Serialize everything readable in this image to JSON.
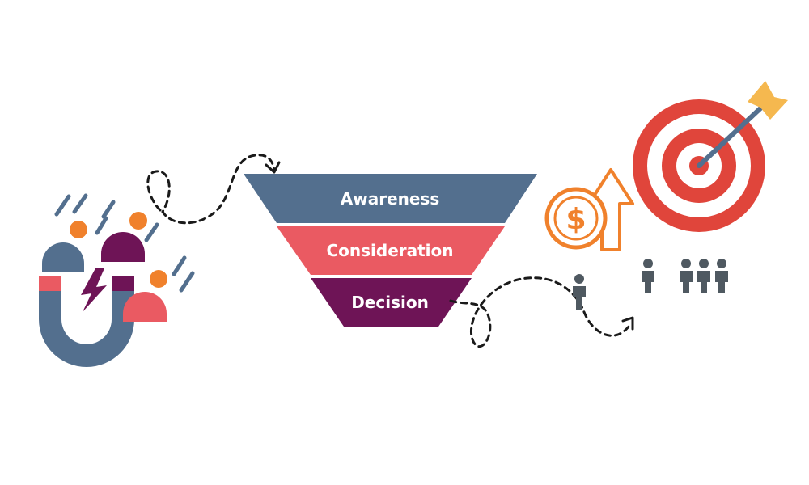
{
  "funnel": {
    "stages": [
      {
        "label": "Awareness",
        "color": "#536f8e"
      },
      {
        "label": "Consideration",
        "color": "#ea5a62"
      },
      {
        "label": "Decision",
        "color": "#6e1456"
      }
    ]
  },
  "colors": {
    "slate": "#536f8e",
    "coral": "#ea5a62",
    "plum": "#6e1456",
    "orange": "#f0812c",
    "target_red": "#e0453b",
    "arrow_yellow": "#f5b84f",
    "person_gray": "#4f5961",
    "dash_black": "#1a1a1a"
  },
  "icons": {
    "left": "magnet-attracting-people-icon",
    "revenue": "dollar-coin-with-up-arrow-icon",
    "target": "bullseye-with-arrow-icon",
    "people": "person-icon"
  }
}
